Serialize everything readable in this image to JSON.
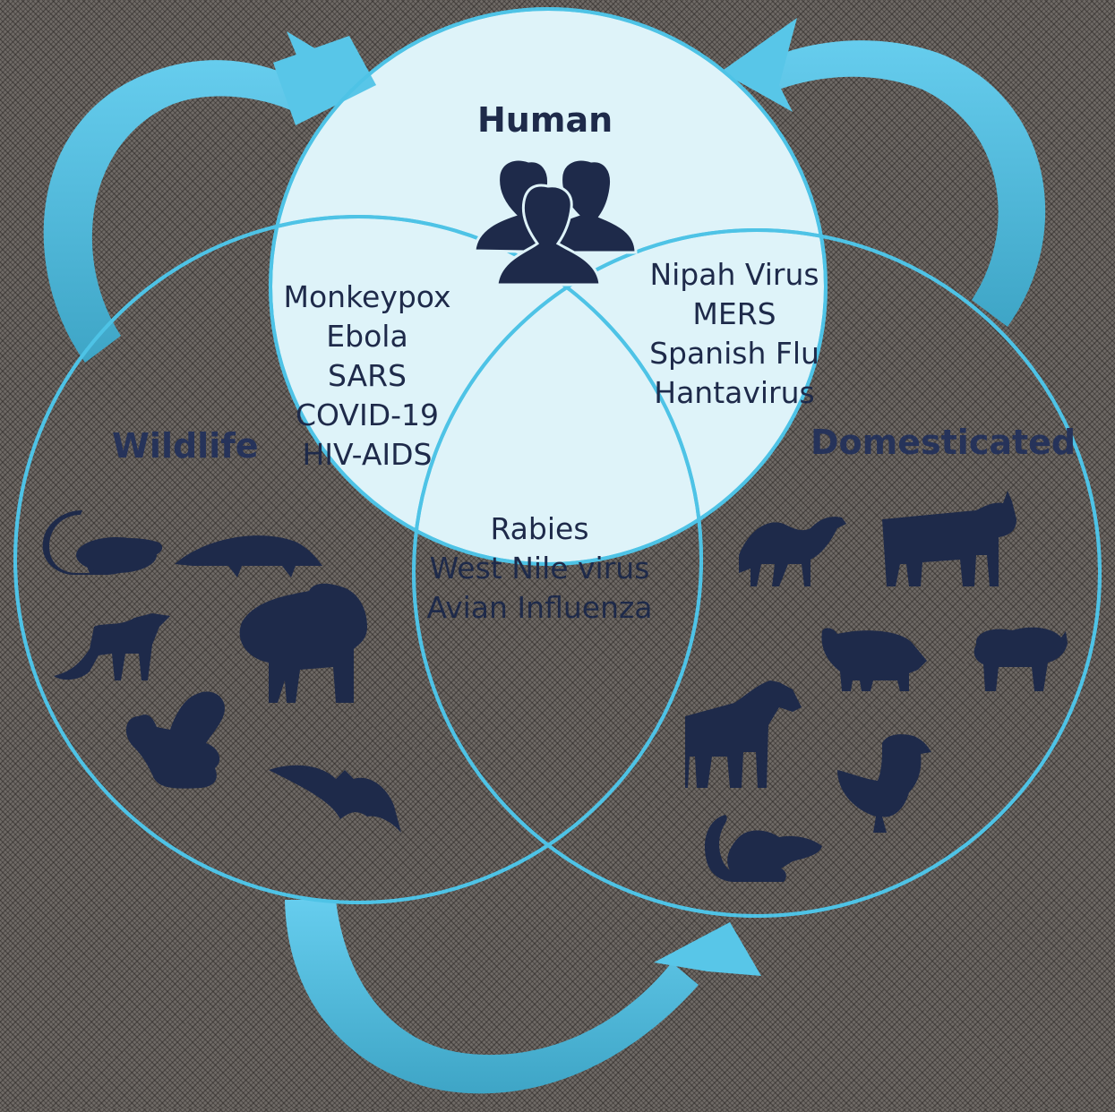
{
  "circles": {
    "human": {
      "title": "Human",
      "icon": "people-group-icon"
    },
    "wildlife": {
      "title": "Wildlife",
      "icons": [
        "rat-icon",
        "pangolin-icon",
        "civet-icon",
        "gorilla-icon",
        "monkey-icon",
        "bat-icon"
      ]
    },
    "domesticated": {
      "title": "Domesticated",
      "icons": [
        "camel-icon",
        "cow-icon",
        "pig-icon",
        "sheep-icon",
        "horse-icon",
        "duck-icon",
        "rat-icon"
      ]
    }
  },
  "overlaps": {
    "human_wildlife": [
      "Monkeypox",
      "Ebola",
      "SARS",
      "COVID-19",
      "HIV-AIDS"
    ],
    "human_domesticated": [
      "Nipah Virus",
      "MERS",
      "Spanish Flu",
      "Hantavirus"
    ],
    "all_three": [
      "Rabies",
      "West Nile virus",
      "Avian Influenza"
    ]
  },
  "colors": {
    "circle_stroke": "#4ec3e6",
    "human_fill": "#def3f9",
    "text": "#1e2a4a",
    "icon": "#1e2a4a",
    "arrow": "#58c6e8",
    "arrow_shadow": "#3aa2c2"
  },
  "arrows": [
    "wildlife-to-human-arrow",
    "domesticated-to-human-arrow",
    "wildlife-to-domesticated-arrow"
  ]
}
